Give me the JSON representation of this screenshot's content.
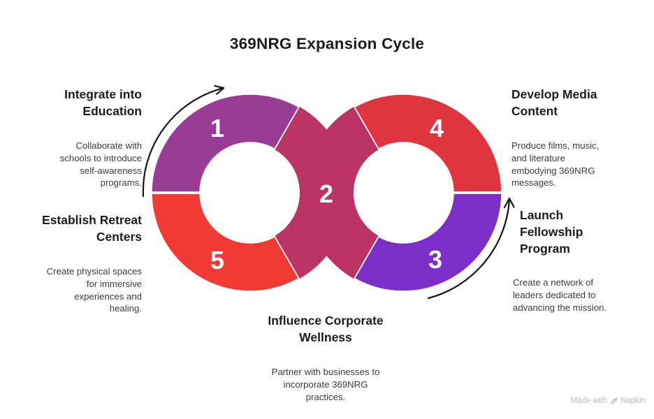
{
  "title": "369NRG Expansion Cycle",
  "diagram": {
    "type": "infinity-cycle",
    "steps": [
      {
        "number": "1",
        "title": "Integrate into\nEducation",
        "description": "Collaborate with\nschools to introduce\nself-awareness\nprograms.",
        "color": "#9A3C96"
      },
      {
        "number": "2",
        "title": "Influence Corporate\nWellness",
        "description": "Partner with businesses to\nincorporate 369NRG\npractices.",
        "color": "#BC3365"
      },
      {
        "number": "3",
        "title": "Launch\nFellowship\nProgram",
        "description": "Create a network of\nleaders dedicated to\nadvancing the mission.",
        "color": "#7B2EC8"
      },
      {
        "number": "4",
        "title": "Develop Media\nContent",
        "description": "Produce films, music,\nand literature\nembodying 369NRG\nmessages.",
        "color": "#E0353F"
      },
      {
        "number": "5",
        "title": "Establish Retreat\nCenters",
        "description": "Create physical spaces\nfor immersive\nexperiences and\nhealing.",
        "color": "#F13A35"
      }
    ],
    "arrow_color": "#161616"
  },
  "watermark": {
    "label": "Made with",
    "brand": "Napkin"
  }
}
